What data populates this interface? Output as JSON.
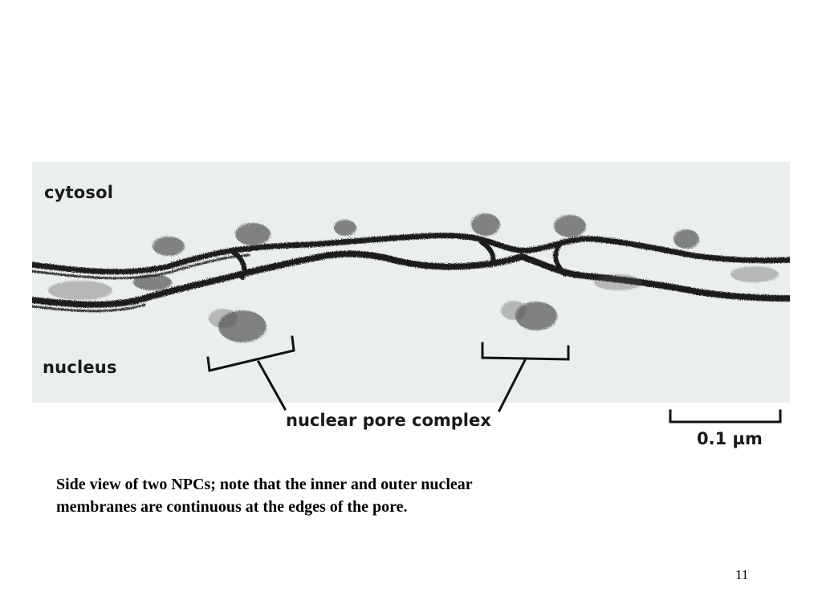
{
  "micrograph": {
    "label_top": "cytosol",
    "label_bottom": "nucleus",
    "callout_label": "nuclear pore complex",
    "scale_bar_label": "0.1 µm"
  },
  "caption": {
    "line1": "Side view of two NPCs; note that the inner and outer nuclear",
    "line2": "membranes are continuous at the edges of the pore."
  },
  "page_number": "11"
}
